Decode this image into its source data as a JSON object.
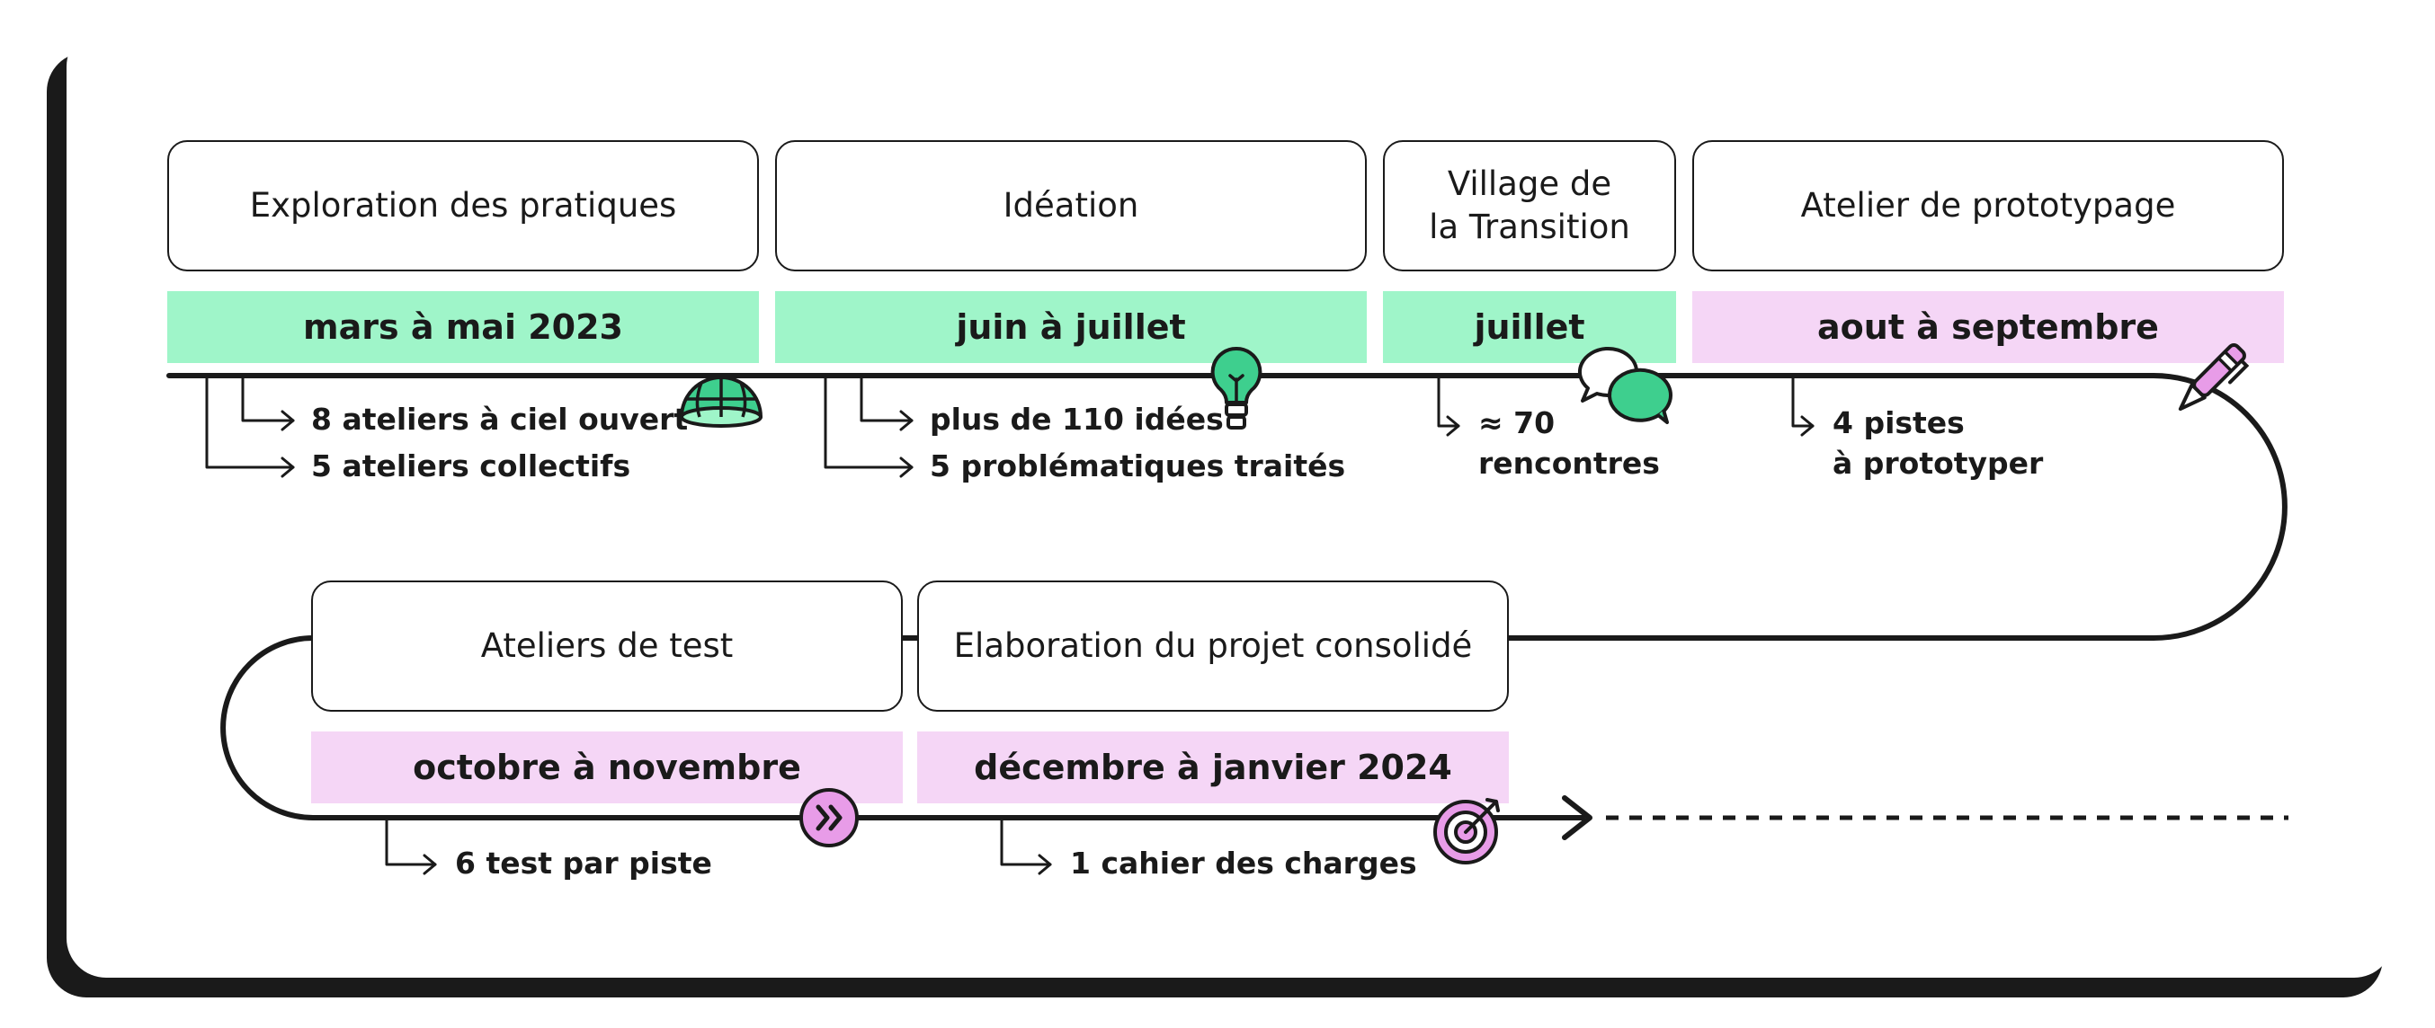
{
  "colors": {
    "ink": "#1a1a1a",
    "green": "#9ff5c9",
    "green_dark": "#3ecf8e",
    "pink": "#f5d6f6",
    "pink_dark": "#e89ce8"
  },
  "phases": [
    {
      "title": "Exploration des pratiques",
      "period": "mars à mai 2023",
      "notes": [
        "8 ateliers à ciel ouvert",
        "5 ateliers collectifs"
      ],
      "icon": "globe-icon"
    },
    {
      "title": "Idéation",
      "period": "juin à juillet",
      "notes": [
        "plus de 110 idées",
        "5 problématiques traités"
      ],
      "icon": "lightbulb-icon"
    },
    {
      "title_line1": "Village de",
      "title_line2": "la Transition",
      "period": "juillet",
      "notes_line1": "≈ 70",
      "notes_line2": "rencontres",
      "icon": "speech-bubbles-icon"
    },
    {
      "title": "Atelier de prototypage",
      "period": "aout à septembre",
      "notes_line1": "4 pistes",
      "notes_line2": "à prototyper",
      "icon": "pen-icon"
    },
    {
      "title": "Ateliers de test",
      "period": "octobre à novembre",
      "notes": [
        "6 test par piste"
      ],
      "icon": "fast-forward-icon"
    },
    {
      "title": "Elaboration du projet consolidé",
      "period": "décembre à janvier 2024",
      "notes": [
        "1 cahier des charges"
      ],
      "icon": "target-icon"
    }
  ]
}
